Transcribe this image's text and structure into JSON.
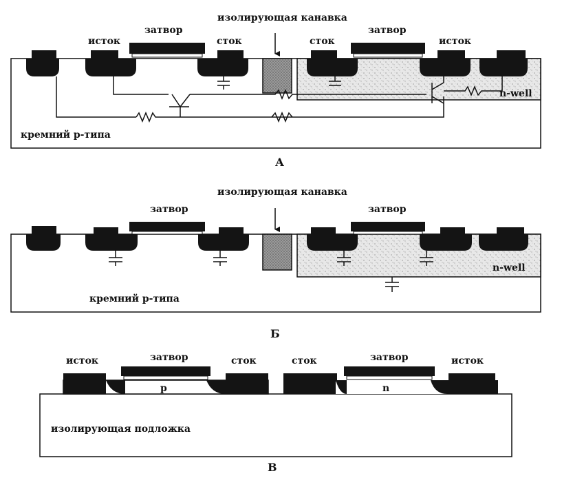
{
  "panel_a": {
    "caption": "А",
    "isolation_trench": "изолирующая канавка",
    "left_source": "исток",
    "left_gate": "затвор",
    "left_drain": "сток",
    "right_drain": "сток",
    "right_gate": "затвор",
    "right_source": "исток",
    "nwell": "n-well",
    "substrate": "кремний р-типа"
  },
  "panel_b": {
    "caption": "Б",
    "isolation_trench": "изолирующая канавка",
    "left_gate": "затвор",
    "right_gate": "затвор",
    "nwell": "n-well",
    "substrate": "кремний р-типа"
  },
  "panel_c": {
    "caption": "В",
    "left_source": "исток",
    "left_gate": "затвор",
    "left_drain": "сток",
    "left_body": "p",
    "right_drain": "сток",
    "right_gate": "затвор",
    "right_source": "исток",
    "right_body": "n",
    "substrate": "изолирующая подложка"
  }
}
